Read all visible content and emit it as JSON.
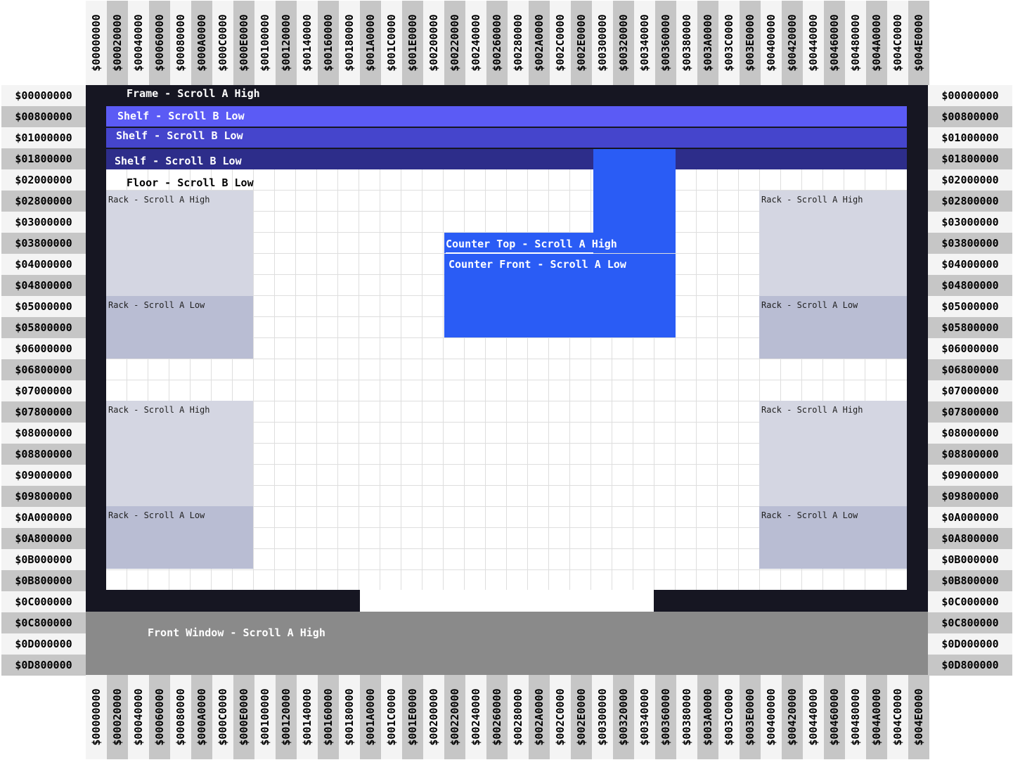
{
  "col_addresses": [
    "$00000000",
    "$00020000",
    "$00040000",
    "$00060000",
    "$00080000",
    "$000A0000",
    "$000C0000",
    "$000E0000",
    "$00100000",
    "$00120000",
    "$00140000",
    "$00160000",
    "$00180000",
    "$001A0000",
    "$001C0000",
    "$001E0000",
    "$00200000",
    "$00220000",
    "$00240000",
    "$00260000",
    "$00280000",
    "$002A0000",
    "$002C0000",
    "$002E0000",
    "$00300000",
    "$00320000",
    "$00340000",
    "$00360000",
    "$00380000",
    "$003A0000",
    "$003C0000",
    "$003E0000",
    "$00400000",
    "$00420000",
    "$00440000",
    "$00460000",
    "$00480000",
    "$004A0000",
    "$004C0000",
    "$004E0000"
  ],
  "row_addresses": [
    "$00000000",
    "$00800000",
    "$01000000",
    "$01800000",
    "$02000000",
    "$02800000",
    "$03000000",
    "$03800000",
    "$04000000",
    "$04800000",
    "$05000000",
    "$05800000",
    "$06000000",
    "$06800000",
    "$07000000",
    "$07800000",
    "$08000000",
    "$08800000",
    "$09000000",
    "$09800000",
    "$0A000000",
    "$0A800000",
    "$0B000000",
    "$0B800000",
    "$0C000000",
    "$0C800000",
    "$0D000000",
    "$0D800000"
  ],
  "layers": {
    "frame": {
      "label": "Frame - Scroll A High",
      "color": "#161622"
    },
    "shelf1": {
      "label": "Shelf - Scroll B Low",
      "color": "#5b5bf5"
    },
    "shelf2": {
      "label": "Shelf - Scroll B Low",
      "color": "#4545cc"
    },
    "shelf3": {
      "label": "Shelf - Scroll B Low",
      "color": "#2d2d8a"
    },
    "floor": {
      "label": "Floor - Scroll B Low"
    },
    "counter_top": {
      "label": "Counter Top - Scroll A High",
      "color": "#2a5cf5"
    },
    "counter_front": {
      "label": "Counter Front - Scroll A Low",
      "color": "#2a5cf5"
    },
    "front_window": {
      "label": "Front Window - Scroll A High",
      "color": "#8a8a8a"
    },
    "rack_high": {
      "label": "Rack - Scroll A High",
      "color": "#d4d6e2"
    },
    "rack_low": {
      "label": "Rack - Scroll A Low",
      "color": "#b9bdd3"
    }
  },
  "colors": {
    "grid_line": "#dedede",
    "header_light": "#f4f4f4",
    "header_dark": "#c6c6c6"
  }
}
